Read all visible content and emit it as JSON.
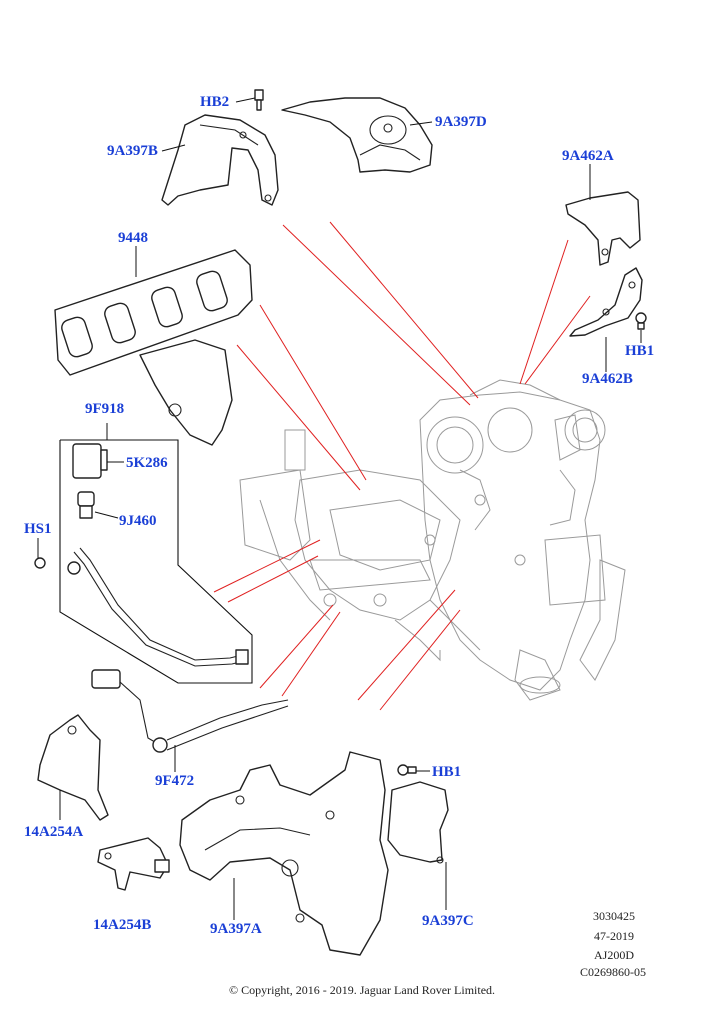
{
  "callouts": {
    "hb2": "HB2",
    "c9a397d": "9A397D",
    "c9a397b": "9A397B",
    "c9a462a": "9A462A",
    "c9448": "9448",
    "hb1_top": "HB1",
    "c9a462b": "9A462B",
    "c9f918": "9F918",
    "c5k286": "5K286",
    "hs1": "HS1",
    "c9j460": "9J460",
    "c9f472": "9F472",
    "hb1_bottom": "HB1",
    "c14a254a": "14A254A",
    "c14a254b": "14A254B",
    "c9a397a": "9A397A",
    "c9a397c": "9A397C"
  },
  "meta": {
    "line1": "3030425",
    "line2": "47-2019",
    "line3": "AJ200D",
    "line4": "C0269860-05"
  },
  "copyright": "© Copyright, 2016 - 2019. Jaguar Land Rover Limited.",
  "colors": {
    "callout": "#1a3fd6",
    "pointer_lines": "#e02020",
    "engine_outline": "#9a9a9a"
  }
}
